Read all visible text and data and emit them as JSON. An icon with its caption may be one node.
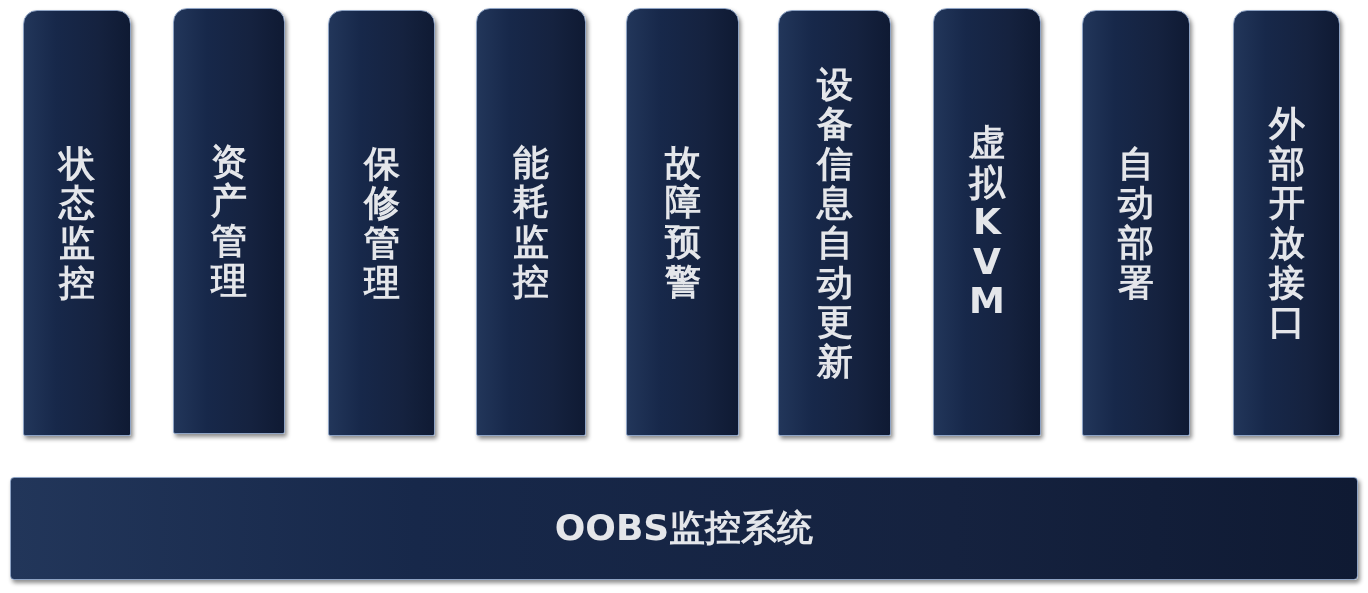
{
  "diagram": {
    "nodes": [
      {
        "text": [
          "状态监控"
        ]
      },
      {
        "text": [
          "资产管理"
        ]
      },
      {
        "text": [
          "保修管理"
        ]
      },
      {
        "text": [
          "能耗监控"
        ]
      },
      {
        "text": [
          "故障预警"
        ]
      },
      {
        "text": [
          "设备信息自动更新"
        ]
      },
      {
        "text": [
          "虚拟KVM"
        ]
      },
      {
        "text": [
          "自动部署"
        ]
      },
      {
        "text": [
          "外部开放接口"
        ]
      },
      {
        "text": [
          "OOBS监控系统"
        ]
      }
    ]
  }
}
